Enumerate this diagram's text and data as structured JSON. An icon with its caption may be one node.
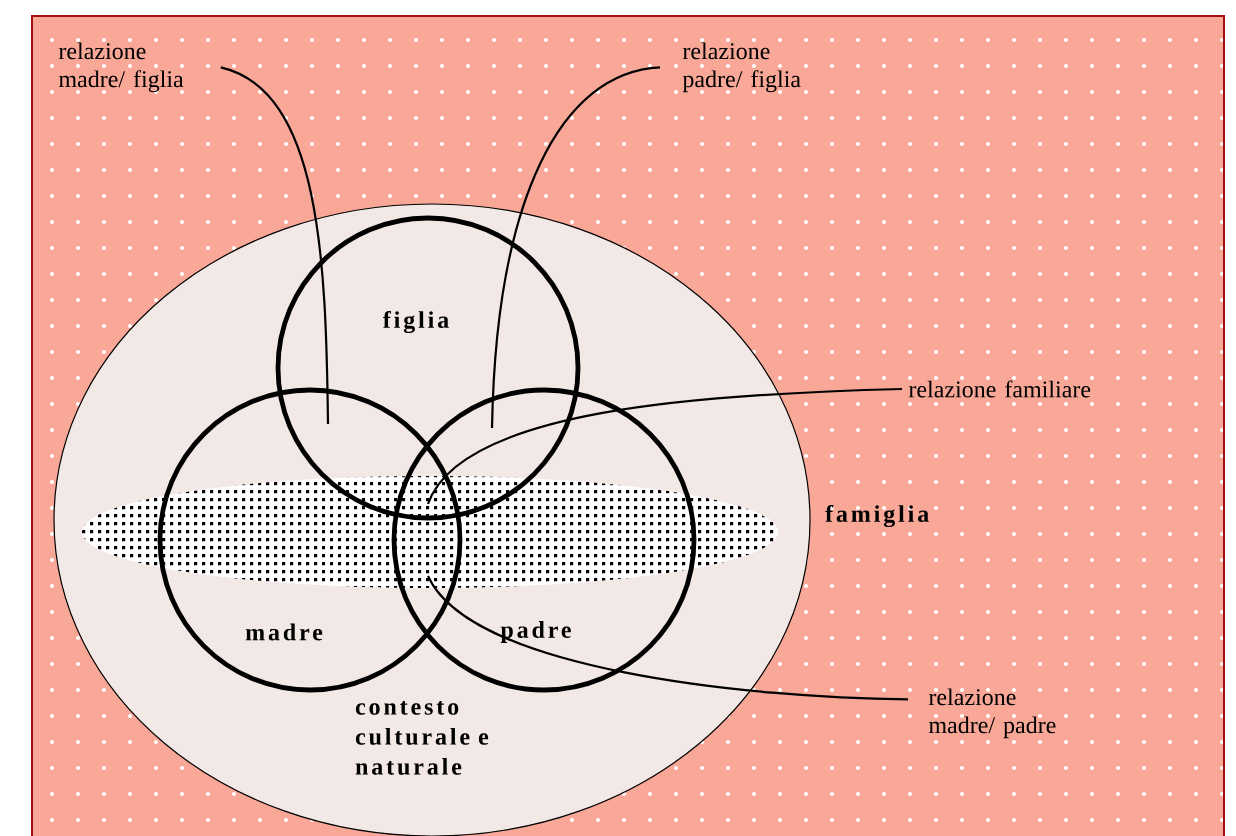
{
  "diagram": {
    "nodes": [
      {
        "text": [
          "contesto culturale e naturale"
        ]
      },
      {
        "text": [
          "famiglia"
        ],
        "in": 0
      },
      {
        "text": [
          "figlia"
        ],
        "in": 0
      },
      {
        "text": [
          "madre"
        ],
        "in": 0
      },
      {
        "text": [
          "padre"
        ],
        "in": 0
      },
      {
        "text": [
          "relazione madre/ figlia"
        ]
      },
      {
        "text": [
          "relazione padre/ figlia"
        ]
      },
      {
        "text": [
          "relazione familiare"
        ]
      },
      {
        "text": [
          "relazione madre/ padre"
        ]
      }
    ],
    "edges": [
      {
        "from": 5,
        "to": 2,
        "arrow": "none"
      },
      {
        "from": 6,
        "to": 2,
        "arrow": "none"
      },
      {
        "from": 7,
        "to": 1,
        "arrow": "none"
      },
      {
        "from": 8,
        "to": 3,
        "arrow": "none"
      }
    ]
  }
}
